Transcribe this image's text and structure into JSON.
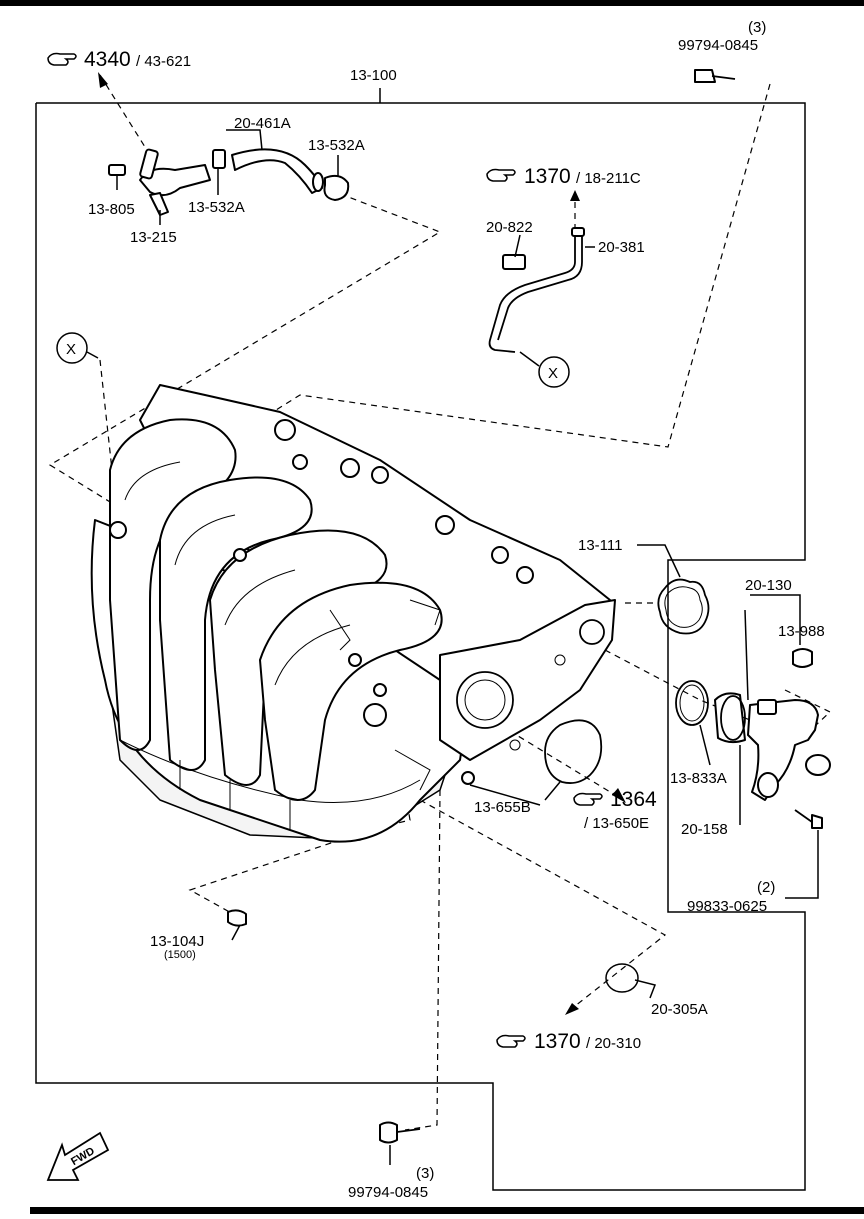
{
  "diagram": {
    "labels": {
      "assembly": "13-100",
      "ref_4340": "4340",
      "ref_43621": "/ 43-621",
      "bolt_top_qty": "(3)",
      "bolt_top": "99794-0845",
      "hose_461": "20-461A",
      "clamp_532_upper": "13-532A",
      "clamp_532_lower": "13-532A",
      "bolt_805": "13-805",
      "pipe_215": "13-215",
      "ref_1370_top": "1370",
      "ref_18211": "/ 18-211C",
      "clip_822": "20-822",
      "pipe_381": "20-381",
      "x_left": "X",
      "x_right": "X",
      "gasket_111": "13-111",
      "housing_130": "20-130",
      "cap_988": "13-988",
      "oring_833": "13-833A",
      "gasket_158": "20-158",
      "screw_qty": "(2)",
      "screw": "99833-0625",
      "gasket_655": "13-655B",
      "ref_1364": "1364",
      "ref_13650": "/ 13-650E",
      "plug_104": "13-104J",
      "plug_104_qty": "(1500)",
      "plate_305": "20-305A",
      "ref_1370_bottom": "1370",
      "ref_20310": "/ 20-310",
      "bolt_bottom_qty": "(3)",
      "bolt_bottom": "99794-0845",
      "fwd": "FWD"
    }
  }
}
